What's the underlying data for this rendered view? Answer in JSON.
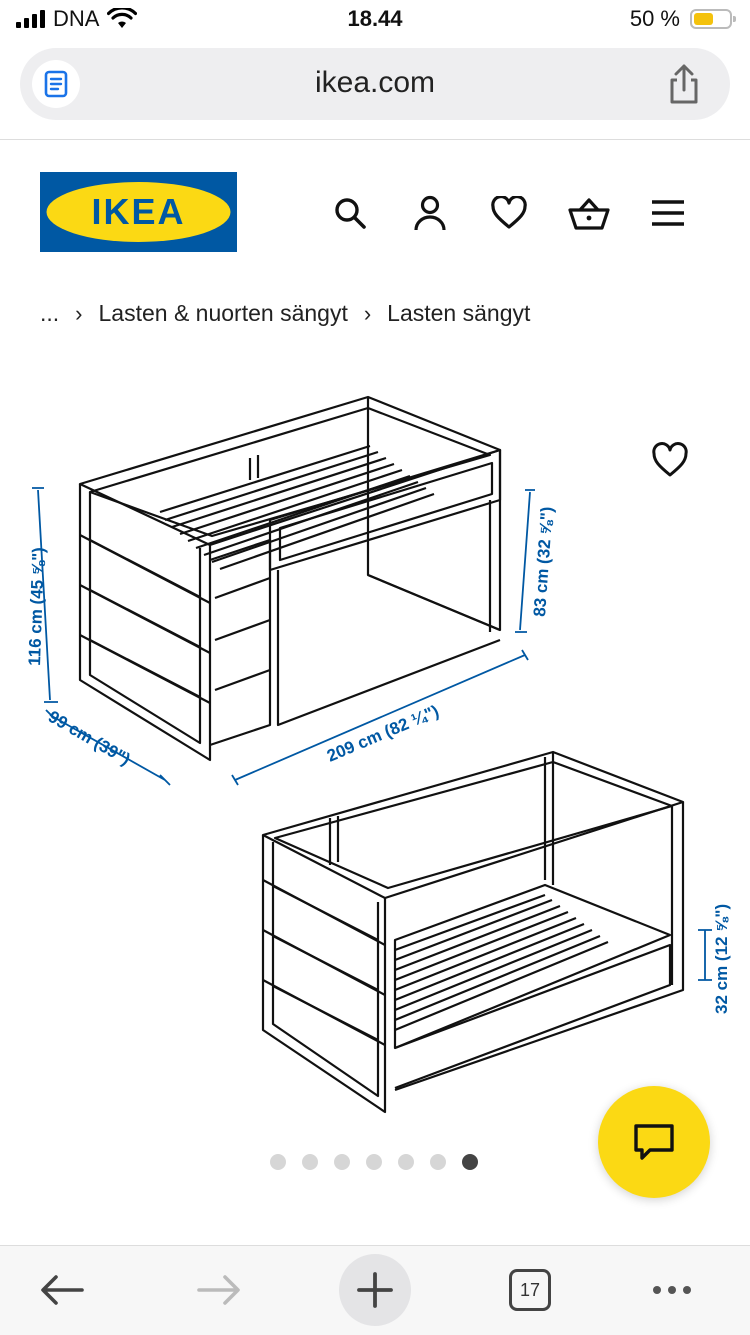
{
  "status_bar": {
    "carrier": "DNA",
    "time": "18.44",
    "battery_percent": "50 %",
    "battery_level": 0.5
  },
  "browser": {
    "url": "ikea.com",
    "tab_count": "17"
  },
  "header": {
    "logo_text": "IKEA",
    "logo_color": "#0058a3",
    "logo_accent": "#fbd914"
  },
  "breadcrumb": {
    "ellipsis": "...",
    "items": [
      "Lasten & nuorten sängyt",
      "Lasten sängyt"
    ]
  },
  "product": {
    "dimensions": {
      "height_loft": "116 cm (45 ⅝\")",
      "depth": "99 cm (39\")",
      "length": "209 cm (82 ¼\")",
      "inner_height": "83 cm (32 ⅝\")",
      "low_height": "32 cm (12 ⅝\")"
    },
    "gallery": {
      "total": 7,
      "active_index": 6
    }
  },
  "icons": [
    "search-icon",
    "user-icon",
    "heart-icon",
    "basket-icon",
    "menu-icon",
    "chat-icon",
    "share-icon",
    "reader-icon",
    "back-icon",
    "forward-icon",
    "plus-icon",
    "more-icon"
  ]
}
